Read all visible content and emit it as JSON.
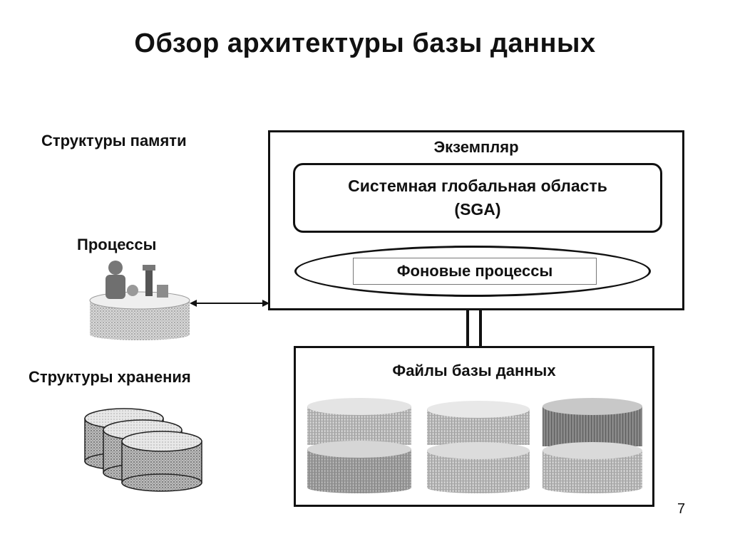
{
  "title": "Обзор архитектуры базы данных",
  "left_labels": {
    "memory": "Структуры памяти",
    "processes": "Процессы",
    "storage": "Структуры хранения"
  },
  "instance": {
    "title": "Экземпляр",
    "sga_line1": "Системная глобальная область",
    "sga_line2": "(SGA)",
    "background": "Фоновые процессы"
  },
  "database_files": {
    "title": "Файлы базы данных"
  },
  "page_number": "7",
  "icons": [
    "processes-icon",
    "storage-disks-icon",
    "database-cylinder-icon"
  ]
}
